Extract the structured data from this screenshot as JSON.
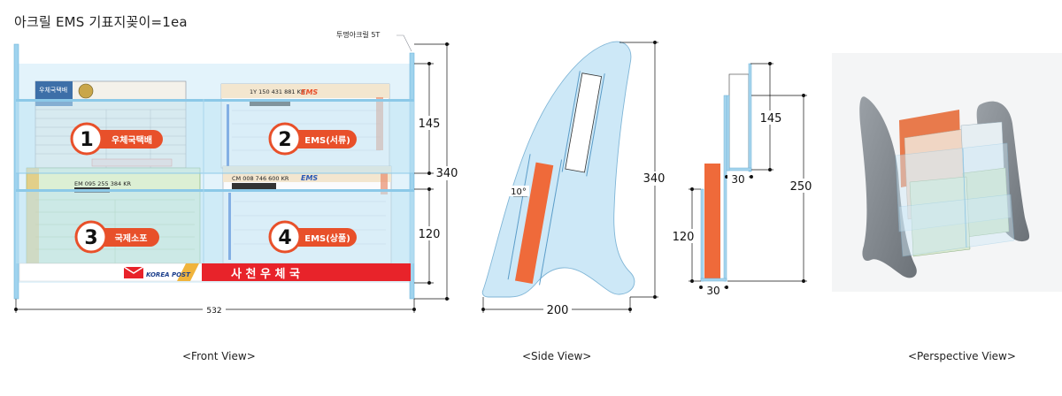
{
  "title": "아크릴 EMS 기표지꽂이=1ea",
  "front": {
    "material_label": "투명아크릴 5T",
    "badges": [
      {
        "num": "1",
        "label": "우체국택배"
      },
      {
        "num": "2",
        "label": "EMS(서류)"
      },
      {
        "num": "3",
        "label": "국제소포"
      },
      {
        "num": "4",
        "label": "EMS(상품)"
      }
    ],
    "logo_text": "KOREA POST",
    "banner_text": "사 천 우 체 국",
    "dims": {
      "top_pocket": "145",
      "bottom_pocket": "120",
      "total_height": "340",
      "width": "532"
    },
    "form_numbers": [
      "1Y 150 431 881 KR",
      "CM 008 746 600 KR",
      "EM 095 255 384 KR"
    ],
    "form_labels": {
      "ems": "EMS",
      "post_parcel": "우체국택배"
    },
    "colors": {
      "badge": "#e8502a",
      "banner": "#e8232a",
      "acrylic": "#cfe9f7",
      "edge": "#7fc1e3"
    }
  },
  "side": {
    "dims": {
      "angle": "10°",
      "height": "340",
      "base": "200"
    }
  },
  "section": {
    "dims": {
      "top": "145",
      "gap_top": "30",
      "bottom": "120",
      "gap_bottom": "30",
      "total": "250"
    }
  },
  "labels": {
    "front": "<Front View>",
    "side": "<Side View>",
    "perspective": "<Perspective View>"
  }
}
